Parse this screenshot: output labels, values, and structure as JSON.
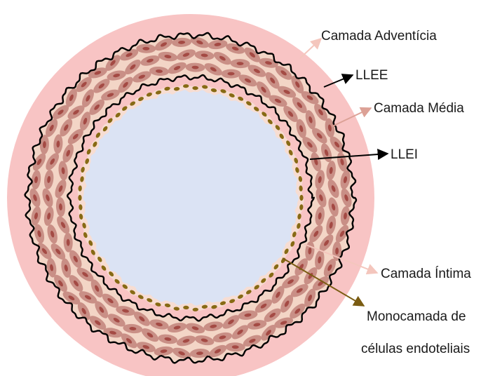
{
  "labels": {
    "adventicia": "Camada Adventícia",
    "llee": "LLEE",
    "media": "Camada Média",
    "llei": "LLEI",
    "intima": "Camada Íntima",
    "endotelio_line1": "Monocamada de",
    "endotelio_line2": "células endoteliais"
  },
  "colors": {
    "adventicia": "#f8c4c4",
    "media": "#f3d5c6",
    "cell": "#c98f86",
    "nucleus": "#a44a44",
    "intima": "#f7ddd2",
    "lumen": "#dbe3f4",
    "endothelial_dot": "#876a14",
    "arrow_pink": "#f4c6bd",
    "arrow_pink_dark": "#dca196",
    "arrow_black": "#000000",
    "arrow_olive": "#7a5c12",
    "outline": "#000000"
  }
}
